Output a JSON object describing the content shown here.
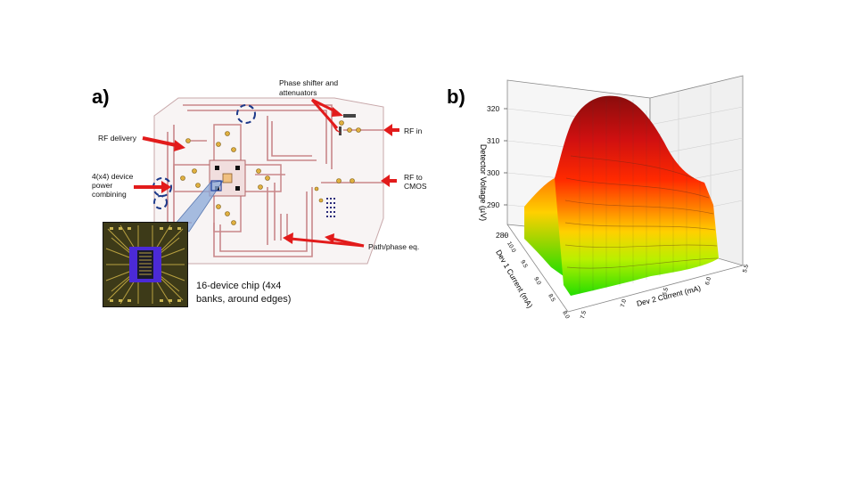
{
  "panel_a": {
    "label": "a)",
    "annotations": {
      "phase_shifter": "Phase shifter and",
      "attenuators": "attenuators",
      "rf_delivery": "RF delivery",
      "device_line1": "4(x4) device",
      "device_line2": "power",
      "device_line3": "combining",
      "rf_in": "RF in",
      "rf_to": "RF to",
      "cmos": "CMOS",
      "path_phase": "Path/phase eq."
    },
    "chip_caption_line1": "16-device chip (4x4",
    "chip_caption_line2": "banks, around edges)",
    "colors": {
      "arrow": "#e21b1b",
      "trace": "#c9878a",
      "board": "#f7f2f2",
      "chip_bg": "#3d3a18",
      "chip_core": "#4b2ad6",
      "highlight": "#8aa8d8"
    }
  },
  "panel_b": {
    "label": "b)",
    "z_axis_label": "Detector Voltage (µV)",
    "z_ticks": [
      "320",
      "310",
      "300",
      "290",
      "280"
    ],
    "x_axis_label": "Dev 2 Current (mA)",
    "x_ticks": [
      "7.5",
      "7.0",
      "6.5",
      "6.0",
      "5.5"
    ],
    "y_axis_label": "Dev 1 Current (mA)",
    "y_ticks": [
      "10.0",
      "9.5",
      "9.0",
      "8.5",
      "8.0"
    ],
    "colors": {
      "high": "#b01010",
      "mid": "#ff3b00",
      "low_mid": "#ffd400",
      "low": "#2ee000"
    }
  }
}
